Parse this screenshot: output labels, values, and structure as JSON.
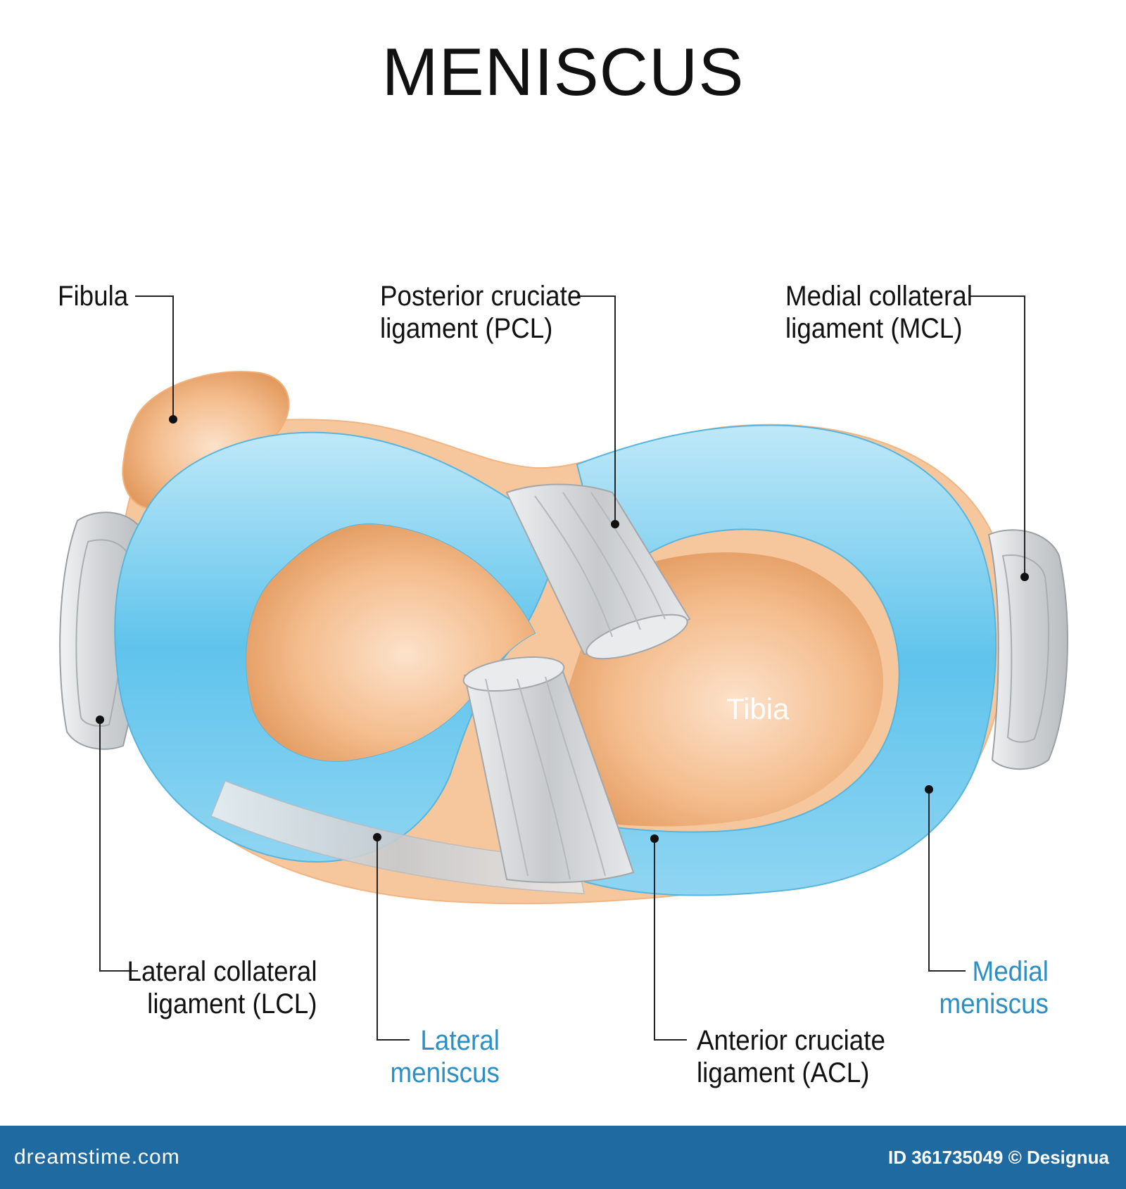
{
  "title": "MENISCUS",
  "labels": {
    "fibula": "Fibula",
    "pcl_1": "Posterior cruciate",
    "pcl_2": "ligament (PCL)",
    "mcl_1": "Medial collateral",
    "mcl_2": "ligament (MCL)",
    "tibia": "Tibia",
    "lcl_1": "Lateral collateral",
    "lcl_2": "ligament (LCL)",
    "lateral_meniscus_1": "Lateral",
    "lateral_meniscus_2": "meniscus",
    "acl_1": "Anterior cruciate",
    "acl_2": "ligament (ACL)",
    "medial_meniscus_1": "Medial",
    "medial_meniscus_2": "meniscus"
  },
  "footer": {
    "brand": "dreamstime.com",
    "credit": "ID 361735049 © Designua"
  },
  "colors": {
    "meniscus": "#6cc8ee",
    "meniscus_light": "#d7f1fb",
    "bone": "#f0b07a",
    "bone_light": "#fbe0c8",
    "ligament": "#d4d6d8",
    "label_blue": "#2b8fc3",
    "footer": "#1f6aa1"
  }
}
